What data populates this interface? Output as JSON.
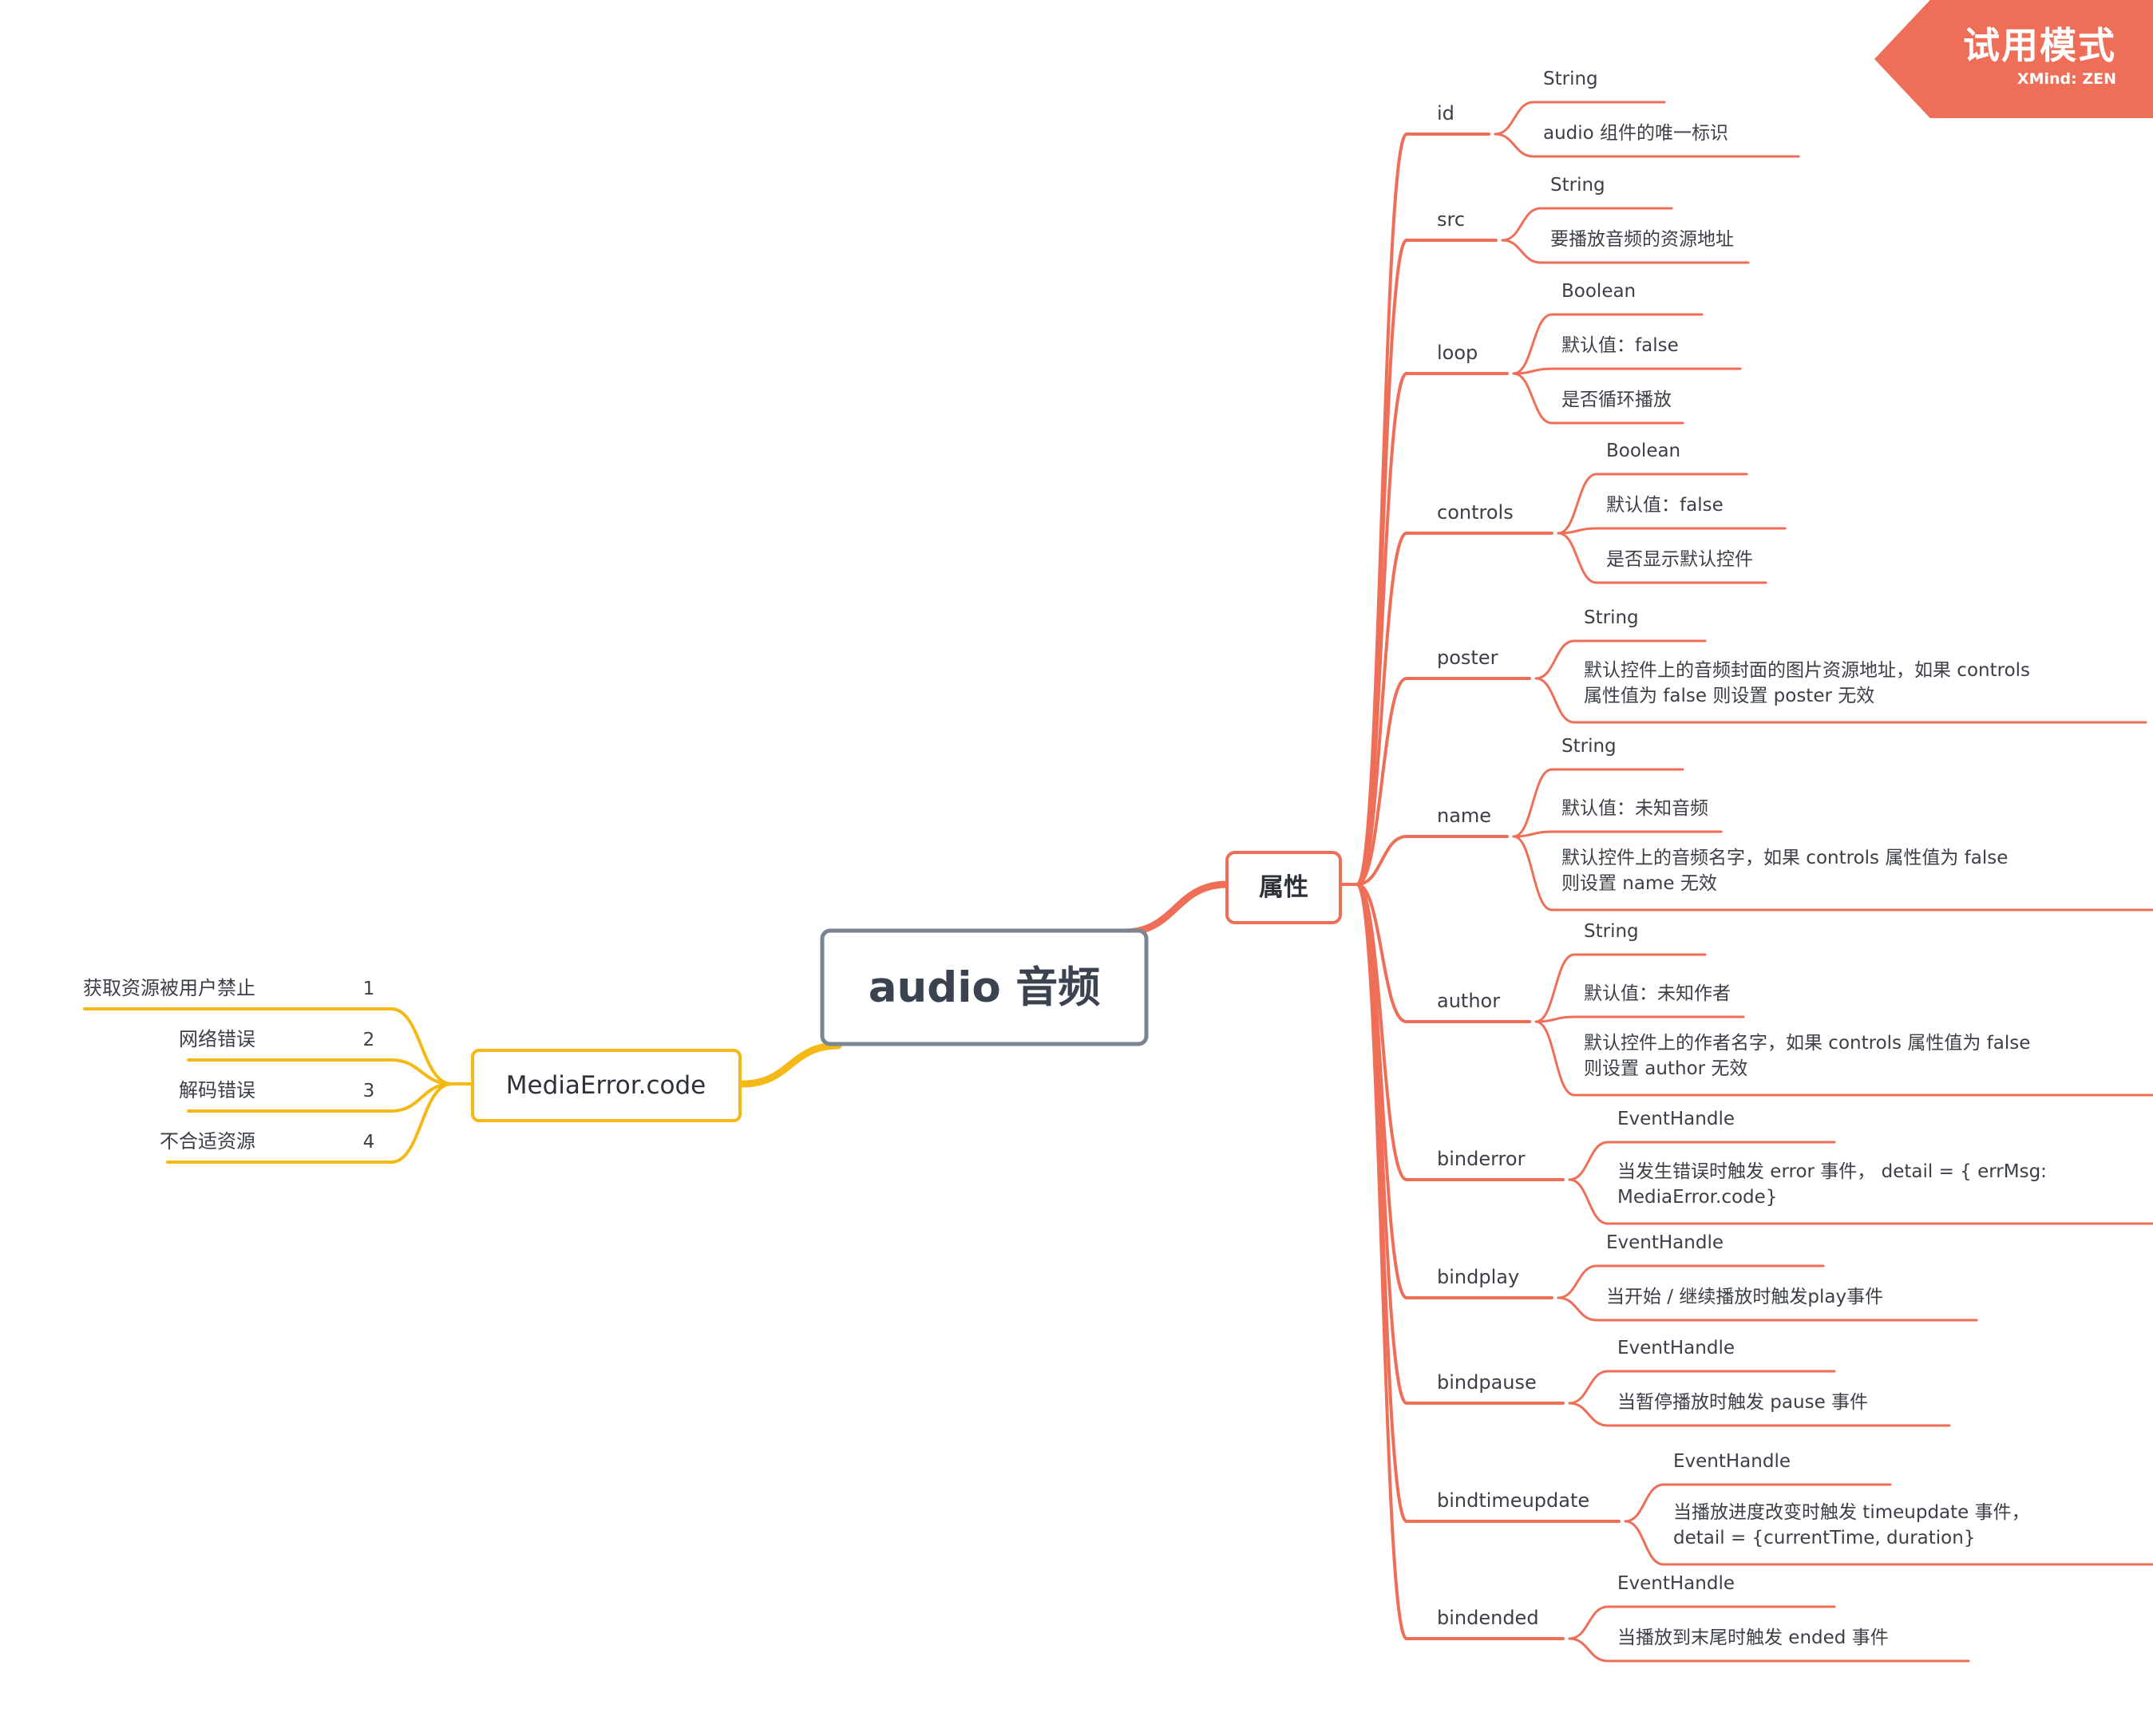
{
  "colors": {
    "red": "#ee6e58",
    "yellow": "#f5b915",
    "central_border": "#7b8491",
    "badge": "#ee6e58"
  },
  "badge": {
    "title": "试用模式",
    "brand": "XMind: ZEN"
  },
  "mindmap": {
    "central": "audio 音频",
    "properties": {
      "label": "属性",
      "items": [
        {
          "name": "id",
          "leaves": [
            [
              "String"
            ],
            [
              "audio 组件的唯一标识"
            ]
          ]
        },
        {
          "name": "src",
          "leaves": [
            [
              "String"
            ],
            [
              "要播放音频的资源地址"
            ]
          ]
        },
        {
          "name": "loop",
          "leaves": [
            [
              "Boolean"
            ],
            [
              "默认值：false"
            ],
            [
              "是否循环播放"
            ]
          ]
        },
        {
          "name": "controls",
          "leaves": [
            [
              "Boolean"
            ],
            [
              "默认值：false"
            ],
            [
              "是否显示默认控件"
            ]
          ]
        },
        {
          "name": "poster",
          "leaves": [
            [
              "String"
            ],
            [
              "默认控件上的音频封面的图片资源地址，如果 controls",
              "属性值为 false 则设置 poster 无效"
            ]
          ]
        },
        {
          "name": "name",
          "leaves": [
            [
              "String"
            ],
            [
              "默认值：未知音频"
            ],
            [
              "默认控件上的音频名字，如果 controls 属性值为 false",
              "则设置 name 无效"
            ]
          ]
        },
        {
          "name": "author",
          "leaves": [
            [
              "String"
            ],
            [
              "默认值：未知作者"
            ],
            [
              "默认控件上的作者名字，如果 controls 属性值为 false",
              "则设置 author 无效"
            ]
          ]
        },
        {
          "name": "binderror",
          "leaves": [
            [
              "EventHandle"
            ],
            [
              "当发生错误时触发 error 事件， detail = { errMsg:",
              "MediaError.code}"
            ]
          ]
        },
        {
          "name": "bindplay",
          "leaves": [
            [
              "EventHandle"
            ],
            [
              "当开始 / 继续播放时触发play事件"
            ]
          ]
        },
        {
          "name": "bindpause",
          "leaves": [
            [
              "EventHandle"
            ],
            [
              "当暂停播放时触发 pause 事件"
            ]
          ]
        },
        {
          "name": "bindtimeupdate",
          "leaves": [
            [
              "EventHandle"
            ],
            [
              "当播放进度改变时触发 timeupdate 事件，",
              "detail = {currentTime, duration}"
            ]
          ]
        },
        {
          "name": "bindended",
          "leaves": [
            [
              "EventHandle"
            ],
            [
              "当播放到末尾时触发 ended 事件"
            ]
          ]
        }
      ]
    },
    "media_error": {
      "label": "MediaError.code",
      "items": [
        {
          "code": "1",
          "desc": "获取资源被用户禁止"
        },
        {
          "code": "2",
          "desc": "网络错误"
        },
        {
          "code": "3",
          "desc": "解码错误"
        },
        {
          "code": "4",
          "desc": "不合适资源"
        }
      ]
    }
  }
}
